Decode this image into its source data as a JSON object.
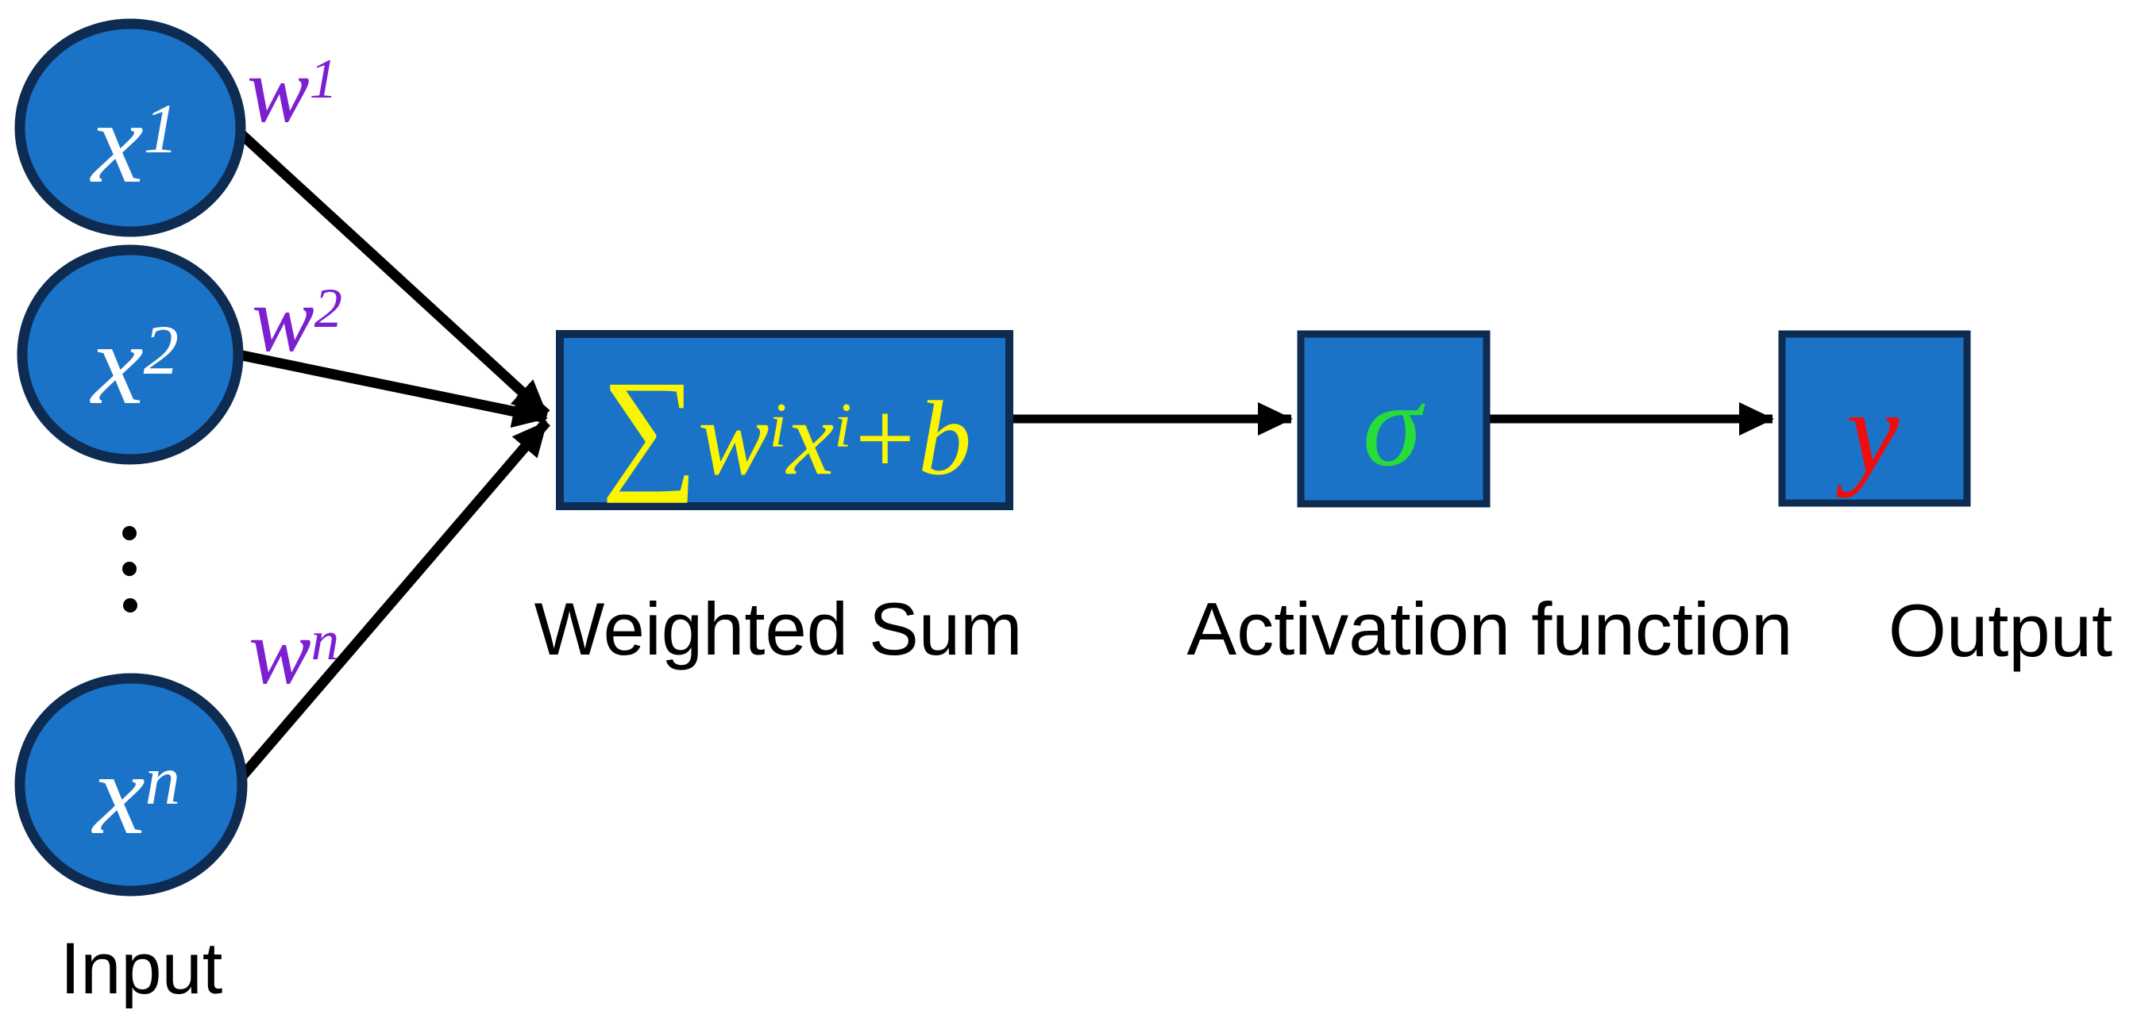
{
  "palette": {
    "background": "#FFFFFF",
    "node_fill": "#1B73C7",
    "node_border": "#0E2B51",
    "line_black": "#000000",
    "formula_yellow": "#FAF500",
    "weight_purple": "#7B1FD0",
    "activation_green": "#27DD38",
    "output_red": "#EE0E0E",
    "input_label_white": "#FFFFFF",
    "caption_black": "#000000"
  },
  "input_nodes": [
    {
      "base": "x",
      "sup": "1"
    },
    {
      "base": "x",
      "sup": "2"
    },
    {
      "base": "x",
      "sup": "n"
    }
  ],
  "weights": [
    {
      "base": "w",
      "sup": "1"
    },
    {
      "base": "w",
      "sup": "2"
    },
    {
      "base": "w",
      "sup": "n"
    }
  ],
  "weighted_sum_box": {
    "sigma": "∑",
    "w_base": "w",
    "w_sup": "i",
    "x_base": "x",
    "x_sup": "i",
    "operator": "+",
    "bias": "b"
  },
  "activation_box": {
    "symbol": "σ"
  },
  "output_box": {
    "symbol": "y"
  },
  "captions": {
    "input": "Input",
    "weighted_sum": "Weighted Sum",
    "activation": "Activation function",
    "output": "Output"
  }
}
